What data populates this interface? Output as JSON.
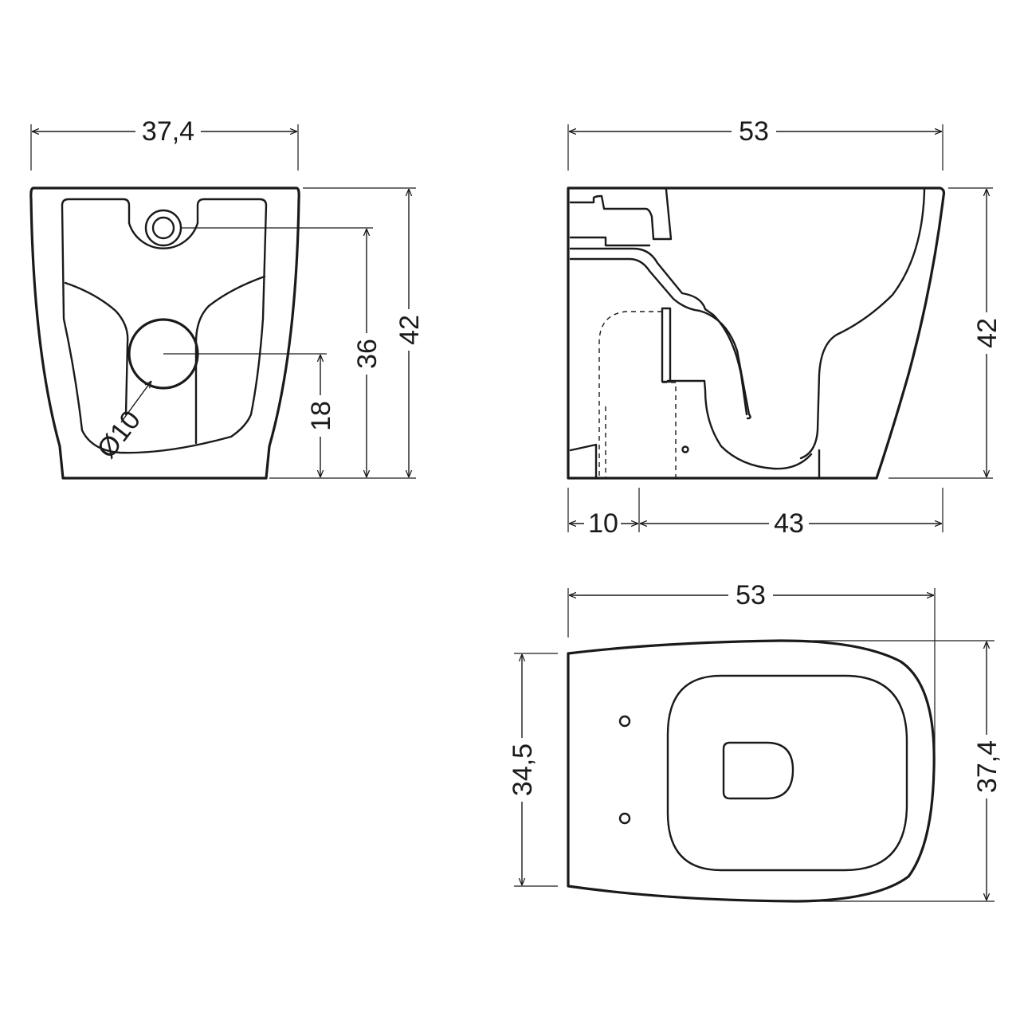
{
  "views": {
    "rear": {
      "width_label": "37,4",
      "height_label": "42",
      "inlet_height_label": "36",
      "outlet_height_label": "18",
      "outlet_diameter_label": "Ø10"
    },
    "side": {
      "depth_label": "53",
      "height_label": "42",
      "rear_offset_label": "10",
      "front_depth_label": "43"
    },
    "top": {
      "depth_label": "53",
      "rear_width_label": "34,5",
      "max_width_label": "37,4"
    }
  },
  "colors": {
    "line": "#1a1a1a",
    "background": "#ffffff"
  }
}
